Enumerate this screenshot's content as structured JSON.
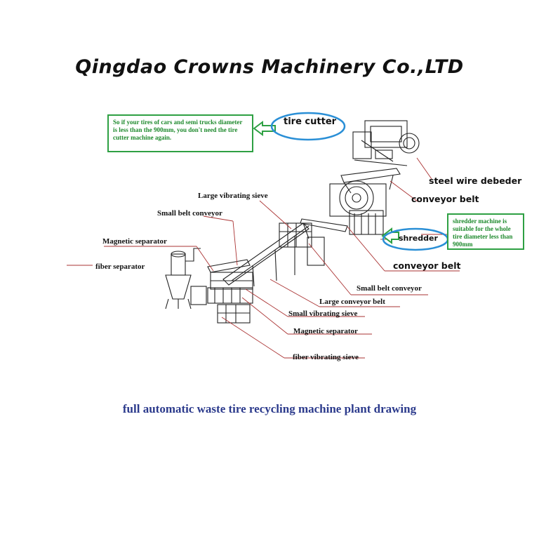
{
  "header": {
    "company": "Qingdao Crowns Machinery Co.,LTD"
  },
  "notes": {
    "tire_cutter_note": "So if your tires of cars and semi trucks diameter is less than the 900mm, you don't need the tire cutter machine again.",
    "shredder_note": "shredder machine is suitable for the whole tire diameter less than 900mm"
  },
  "labels": {
    "tire_cutter": "tire cutter",
    "steel_wire_debeder": "steel wire debeder",
    "conveyor_belt_top": "conveyor belt",
    "shredder": "shredder",
    "conveyor_belt_mid": "conveyor belt",
    "large_vibrating_sieve": "Large vibrating sieve",
    "small_belt_conveyor_left": "Small belt conveyor",
    "magnetic_separator_left": "Magnetic separator",
    "fiber_separator": "fiber separator",
    "small_belt_conveyor_right": "Small belt conveyor",
    "large_conveyor_belt": "Large conveyor belt",
    "small_vibrating_sieve": "Small vibrating sieve",
    "magnetic_separator_bottom": "Magnetic separator",
    "fiber_vibrating_sieve": "fiber vibrating sieve"
  },
  "footer": {
    "caption": "full automatic waste tire recycling machine plant drawing"
  },
  "colors": {
    "note_green": "#2ea043",
    "ellipse_blue": "#2a8fd6",
    "leader_red": "#a33",
    "caption_blue": "#2b3a8c"
  }
}
